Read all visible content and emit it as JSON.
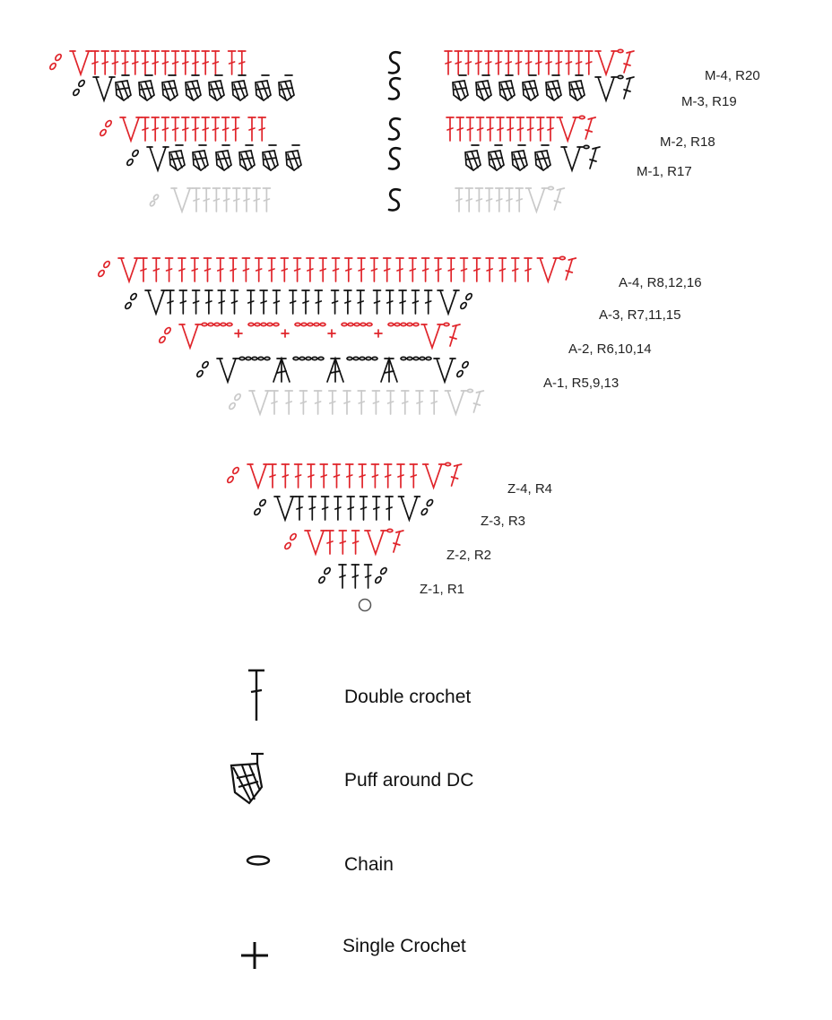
{
  "colors": {
    "red": "#e0242a",
    "black": "#111111",
    "ghost": "#c9c9c9",
    "label": "#222222"
  },
  "rows": [
    {
      "label": "M-4, R20",
      "color": "red",
      "pattern": "c ~ V D*13 . D*2 | D*15 V ~ t",
      "note": "continues beyond break"
    },
    {
      "label": "M-3, R19",
      "color": "black",
      "pattern": "c ~ V P*8 | P*6 ~ V ~ t"
    },
    {
      "label": "M-2, R18",
      "color": "red",
      "pattern": "c ~ V D*10 . D*2 | D*11 V ~ t"
    },
    {
      "label": "M-1, R17",
      "color": "black",
      "pattern": "c ~ V P*6 | P*4 ~ V ~ t"
    },
    {
      "label": "",
      "color": "ghost",
      "pattern": "c . V D*8 | D*7 V ~ t"
    },
    {
      "label": "A-4, R8,12,16",
      "color": "red",
      "pattern": "c ~ V D*31 V ~ t"
    },
    {
      "label": "A-3, R7,11,15",
      "color": "black",
      "pattern": "c ~ V D*6 ~ D*3 ~ D*3 ~ D*3 ~ D*5 V ~ c"
    },
    {
      "label": "A-2, R6,10,14",
      "color": "red",
      "pattern": "c ~ V chain5 + chain5 + chain5 + chain5 + chain5 V ~ t"
    },
    {
      "label": "A-1, R5,9,13",
      "color": "black",
      "pattern": "c ~ V chain5 A chain5 A chain5 A chain5 V ~ c"
    },
    {
      "label": "",
      "color": "ghost",
      "pattern": "c ~ V D*12 V ~ t"
    },
    {
      "label": "Z-4, R4",
      "color": "red",
      "pattern": "c ~ V D*12 V ~ t"
    },
    {
      "label": "Z-3, R3",
      "color": "black",
      "pattern": "c ~ V D*8 V ~ c"
    },
    {
      "label": "Z-2, R2",
      "color": "red",
      "pattern": "c ~ V D*3 V ~ t"
    },
    {
      "label": "Z-1, R1",
      "color": "black",
      "pattern": "c ~ D*3 c"
    }
  ],
  "legend": [
    {
      "icon": "double-crochet-icon",
      "label": "Double crochet"
    },
    {
      "icon": "puff-around-dc-icon",
      "label": "Puff around DC"
    },
    {
      "icon": "chain-icon",
      "label": "Chain"
    },
    {
      "icon": "single-crochet-icon",
      "label": "Single Crochet"
    }
  ]
}
